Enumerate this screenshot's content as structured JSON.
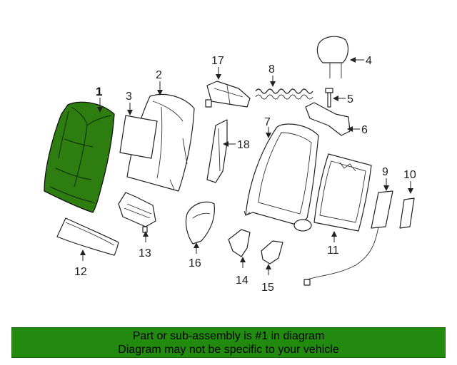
{
  "diagram": {
    "highlight_color": "#2e7d11",
    "callouts": [
      "1",
      "2",
      "3",
      "4",
      "5",
      "6",
      "7",
      "8",
      "9",
      "10",
      "11",
      "12",
      "13",
      "14",
      "15",
      "16",
      "17",
      "18"
    ],
    "highlighted_part": "1"
  },
  "banner": {
    "line1": "Part or sub-assembly is #1 in diagram",
    "line2": "Diagram may not be specific to your vehicle",
    "background": "#228b0f"
  }
}
